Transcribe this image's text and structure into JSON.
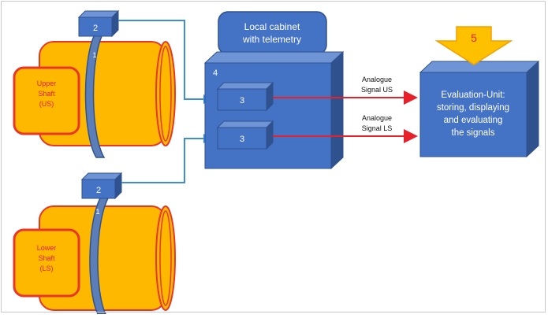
{
  "colors": {
    "shaft_fill": "#FFB800",
    "shaft_stroke": "#E8372A",
    "box_fill": "#4472C4",
    "box_dark": "#2F528F",
    "signal_line": "#E8202A",
    "cable_line": "#3C8CE0",
    "arrow_fill": "#FFC000"
  },
  "upper_shaft": {
    "label_line1": "Upper",
    "label_line2": "Shaft",
    "label_line3": "(US)",
    "sensor_number": "1",
    "module_number": "2"
  },
  "lower_shaft": {
    "label_line1": "Lower",
    "label_line2": "Shaft",
    "label_line3": "(LS)",
    "sensor_number": "1",
    "module_number": "2"
  },
  "cabinet": {
    "title_line1": "Local cabinet",
    "title_line2": "with telemetry",
    "number": "4",
    "upper_channel": "3",
    "lower_channel": "3"
  },
  "signals": {
    "us_line1": "Analogue",
    "us_line2": "Signal US",
    "ls_line1": "Analogue",
    "ls_line2": "Signal LS"
  },
  "evaluation_unit": {
    "line1": "Evaluation-Unit:",
    "line2": "storing, displaying",
    "line3": "and evaluating",
    "line4": "the signals"
  },
  "input_arrow": {
    "number": "5"
  }
}
